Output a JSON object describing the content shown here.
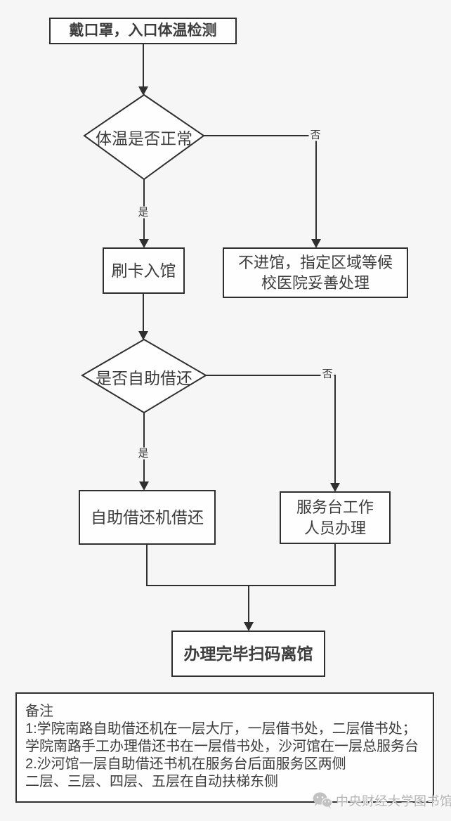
{
  "colors": {
    "background": "#f6f6f6",
    "node_fill": "#fefefe",
    "line": "#2f2f2f",
    "text": "#3d3d3d",
    "watermark": "#b5b5b5"
  },
  "flowchart": {
    "start": "戴口罩，入口体温检测",
    "temperature_decision": "体温是否正常",
    "temperature_yes": "是",
    "temperature_no": "否",
    "enter_library": "刷卡入馆",
    "no_entry_line1": "不进馆，指定区域等候",
    "no_entry_line2": "校医院妥善处理",
    "self_service_decision": "是否自助借还",
    "self_service_yes": "是",
    "self_service_no": "否",
    "self_service_machine": "自助借还机借还",
    "service_desk_line1": "服务台工作",
    "service_desk_line2": "人员办理",
    "finish": "办理完毕扫码离馆"
  },
  "notes": {
    "title": "备注",
    "lines": [
      "1:学院南路自助借还机在一层大厅，一层借书处，二层借书处；",
      "学院南路手工办理借还书在一层借书处，沙河馆在一层总服务台",
      "2.沙河馆一层自助借还书机在服务台后面服务区两侧",
      "二层、三层、四层、五层在自动扶梯东侧"
    ]
  },
  "watermark": {
    "label": "中央财经大学图书馆",
    "icon": "wechat-icon"
  }
}
